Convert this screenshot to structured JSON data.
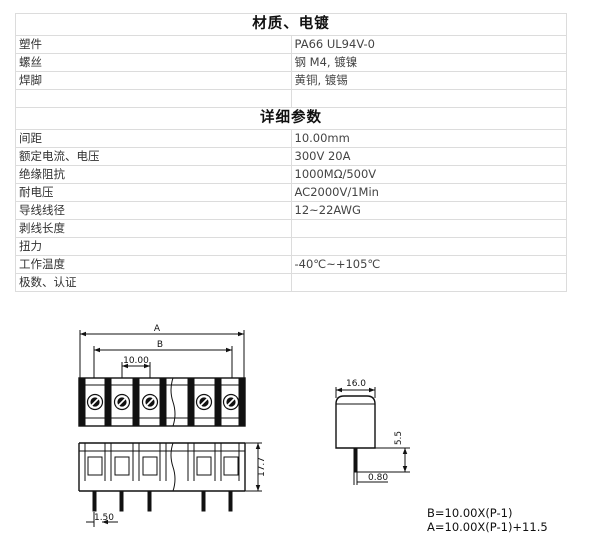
{
  "material_section": {
    "title": "材质、电镀",
    "rows": [
      {
        "label": "塑件",
        "value": "PA66 UL94V-0"
      },
      {
        "label": "螺丝",
        "value": "钢 M4, 镀镍"
      },
      {
        "label": "焊脚",
        "value": "黄铜, 镀锡"
      },
      {
        "label": "",
        "value": ""
      }
    ]
  },
  "detail_section": {
    "title": "详细参数",
    "rows": [
      {
        "label": "间距",
        "value": "10.00mm"
      },
      {
        "label": "额定电流、电压",
        "value": "300V  20A"
      },
      {
        "label": "绝缘阻抗",
        "value": "1000MΩ/500V"
      },
      {
        "label": "耐电压",
        "value": "AC2000V/1Min"
      },
      {
        "label": "导线线径",
        "value": "12~22AWG"
      },
      {
        "label": "剥线长度",
        "value": ""
      },
      {
        "label": "扭力",
        "value": ""
      },
      {
        "label": "工作温度",
        "value": "-40℃~+105℃"
      },
      {
        "label": "极数、认证",
        "value": ""
      }
    ]
  },
  "drawing": {
    "front": {
      "label_a": "A",
      "label_b": "B",
      "pitch": "10.00"
    },
    "side": {
      "height": "17.7",
      "pin_offset": "1.50"
    },
    "profile": {
      "width": "16.0",
      "pin_len": "5.5",
      "pin_dia": "0.80"
    },
    "formula_b": "B=10.00X(P-1)",
    "formula_a": "A=10.00X(P-1)+11.5"
  }
}
